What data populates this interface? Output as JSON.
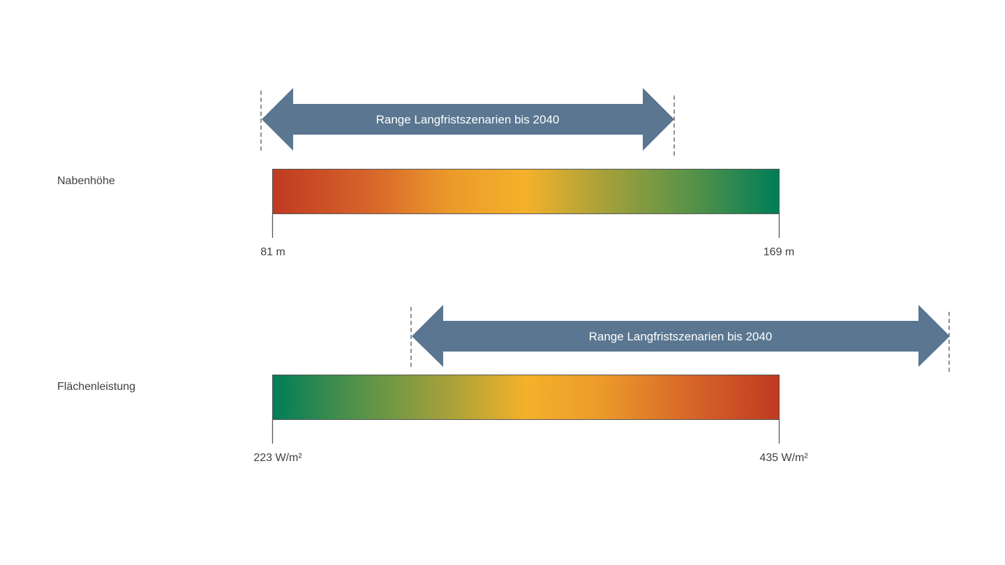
{
  "colors": {
    "arrow": "#5a7690",
    "red": "#c0392b",
    "orange": "#f0a020",
    "yellow": "#f4b02a",
    "green": "#007f58",
    "axis": "#555555",
    "text": "#404040"
  },
  "rows": [
    {
      "label": "Nabenhöhe",
      "arrow_text": "Range Langfristszenarien bis 2040",
      "min_label": "81 m",
      "max_label": "169 m",
      "gradient_direction": "red-to-green"
    },
    {
      "label": "Flächenleistung",
      "arrow_text": "Range Langfristszenarien bis 2040",
      "min_label": "223 W/m²",
      "max_label": "435 W/m²",
      "gradient_direction": "green-to-red"
    }
  ]
}
